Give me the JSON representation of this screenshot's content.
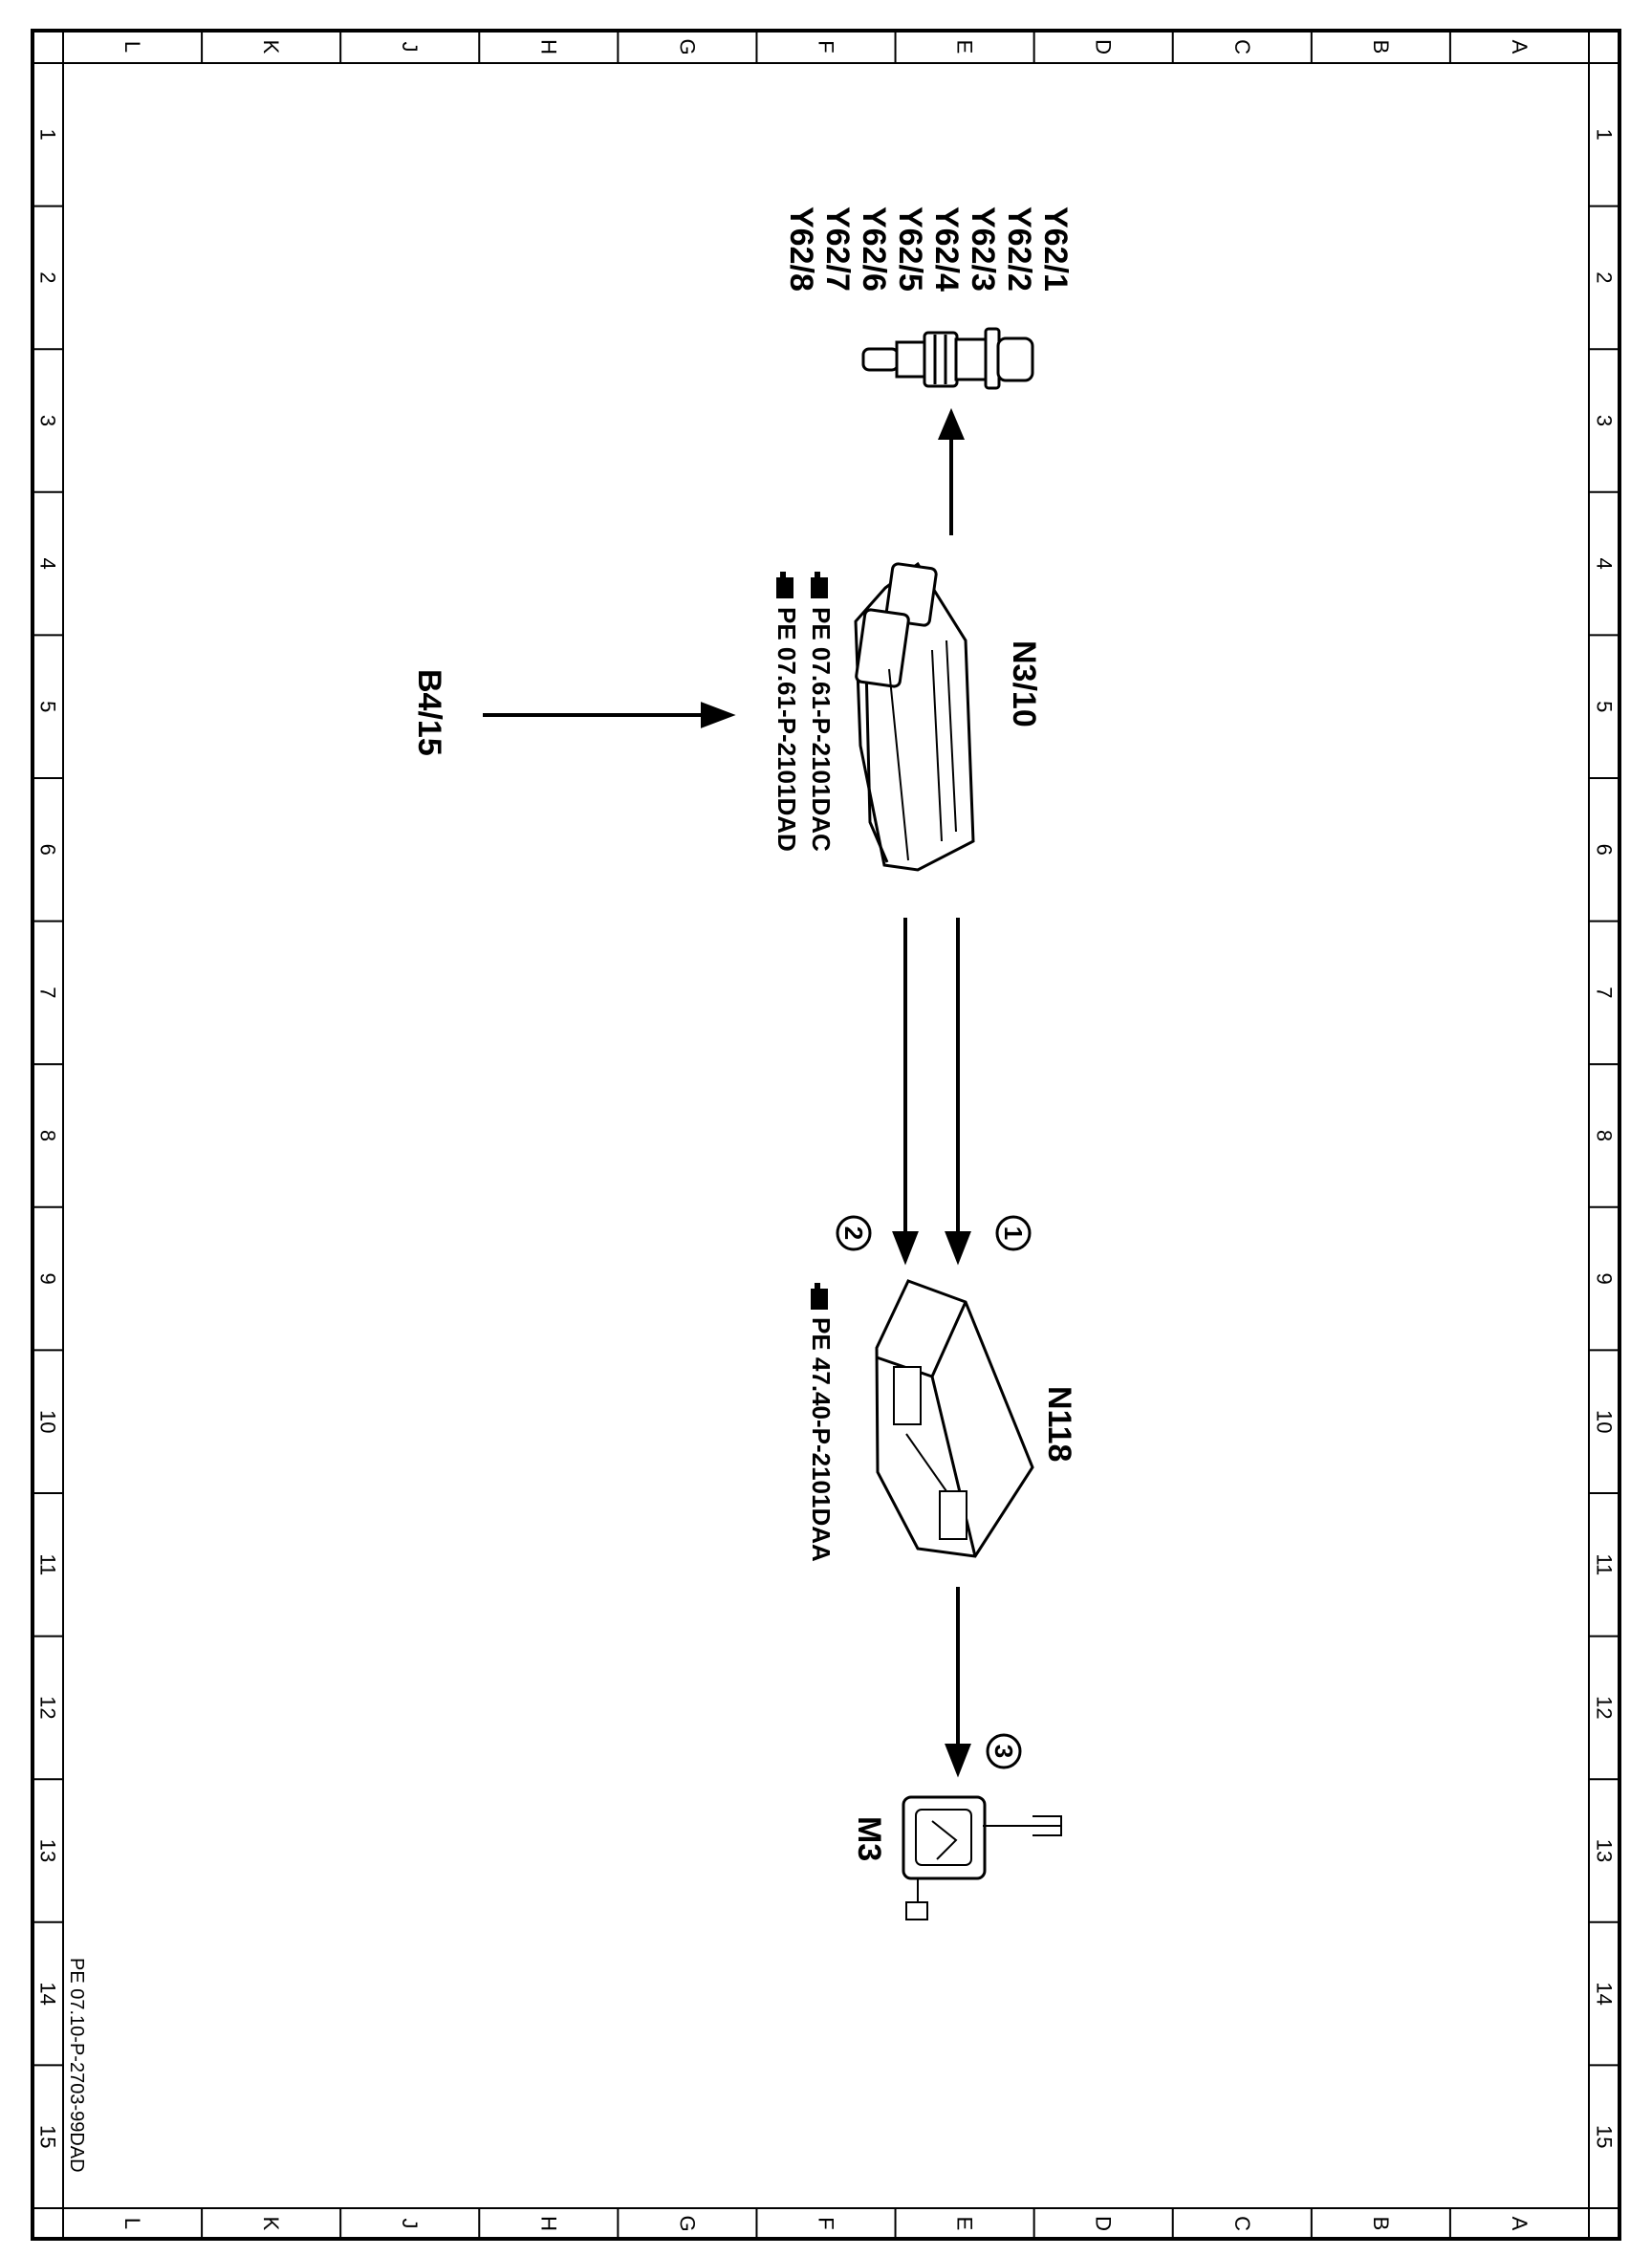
{
  "sheet": {
    "column_letters": [
      "L",
      "K",
      "J",
      "H",
      "G",
      "F",
      "E",
      "D",
      "C",
      "B",
      "A"
    ],
    "row_numbers": [
      "1",
      "2",
      "3",
      "4",
      "5",
      "6",
      "7",
      "8",
      "9",
      "10",
      "11",
      "12",
      "13",
      "14",
      "15"
    ],
    "doc_id": "PE 07.10-P-2703-99DAD"
  },
  "components": {
    "injectors": {
      "labels": [
        "Y62/1",
        "Y62/2",
        "Y62/3",
        "Y62/4",
        "Y62/5",
        "Y62/6",
        "Y62/7",
        "Y62/8"
      ],
      "icon": "fuel-injector-icon"
    },
    "ecu": {
      "label": "N3/10",
      "refs": [
        "PE 07.61-P-2101DAC",
        "PE 07.61-P-2101DAD"
      ],
      "icon": "control-unit-icon"
    },
    "sensor": {
      "label": "B4/15"
    },
    "pump_module": {
      "label": "N118",
      "refs": [
        "PE 47.40-P-2101DAA"
      ],
      "icon": "control-module-icon"
    },
    "pump": {
      "label": "M3",
      "icon": "fuel-pump-icon"
    }
  },
  "badges": [
    "1",
    "2",
    "3"
  ],
  "reference_icon": "hand-pointer-icon"
}
